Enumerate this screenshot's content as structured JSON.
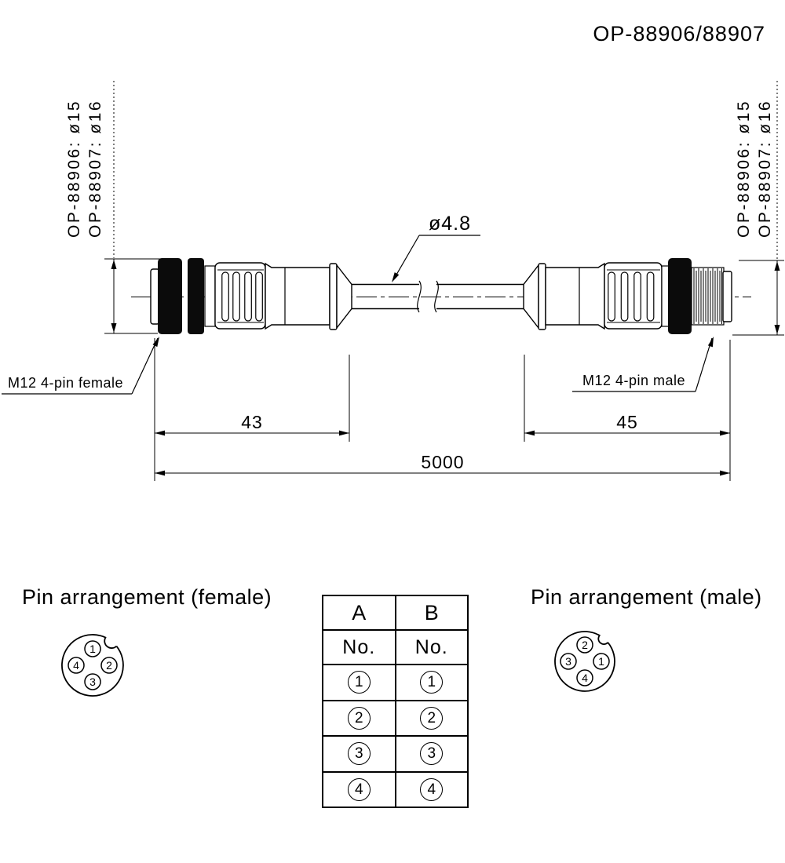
{
  "title": "OP-88906/88907",
  "drawing": {
    "diameter_labels": [
      "OP-88906: ø15",
      "OP-88907: ø16"
    ],
    "cable_diameter_label": "ø4.8",
    "female_connector_label": "M12 4-pin female",
    "male_connector_label": "M12 4-pin male",
    "dims": {
      "female_length": "43",
      "male_length": "45",
      "cable_length": "5000"
    }
  },
  "pin_arrangement_female": {
    "heading": "Pin arrangement (female)",
    "pins": {
      "top": "1",
      "right": "2",
      "bottom": "3",
      "left": "4"
    }
  },
  "pin_arrangement_male": {
    "heading": "Pin arrangement (male)",
    "pins": {
      "top": "2",
      "right": "1",
      "bottom": "4",
      "left": "3"
    }
  },
  "pin_table": {
    "columns": [
      {
        "header": "A",
        "unit_label": "No.",
        "pins": [
          "1",
          "2",
          "3",
          "4"
        ]
      },
      {
        "header": "B",
        "unit_label": "No.",
        "pins": [
          "1",
          "2",
          "3",
          "4"
        ]
      }
    ]
  }
}
